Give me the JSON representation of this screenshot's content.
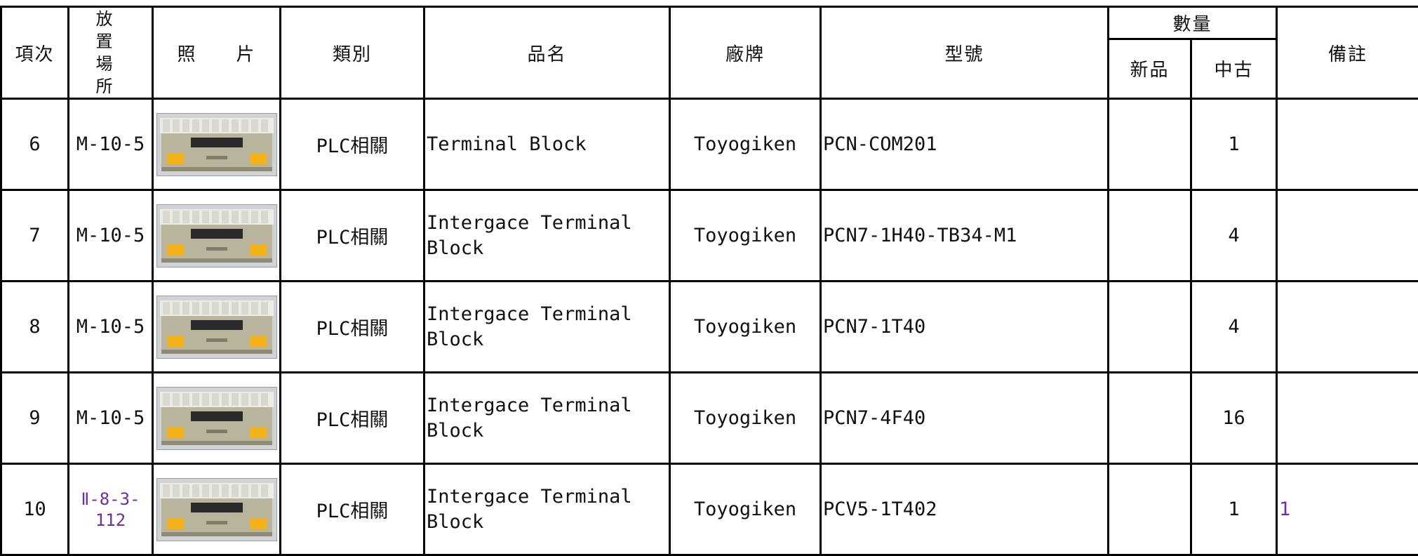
{
  "headers": {
    "item": "項次",
    "location_top": "放　置",
    "location_bottom": "場　所",
    "photo": "照　　片",
    "category": "類別",
    "product": "品名",
    "brand": "廠牌",
    "model": "型號",
    "quantity": "數量",
    "qty_new": "新品",
    "qty_used": "中古",
    "note": "備註"
  },
  "rows": [
    {
      "item": "6",
      "location": "M-10-5",
      "category": "PLC相關",
      "product": "Terminal Block",
      "brand": "Toyogiken",
      "model": "PCN-COM201",
      "qty_new": "",
      "qty_used": "1",
      "note": "",
      "photo_icon": "terminal-block-photo"
    },
    {
      "item": "7",
      "location": "M-10-5",
      "category": "PLC相關",
      "product": "Intergace Terminal Block",
      "brand": "Toyogiken",
      "model": "PCN7-1H40-TB34-M1",
      "qty_new": "",
      "qty_used": "4",
      "note": "",
      "photo_icon": "terminal-block-photo"
    },
    {
      "item": "8",
      "location": "M-10-5",
      "category": "PLC相關",
      "product": "Intergace Terminal Block",
      "brand": "Toyogiken",
      "model": "PCN7-1T40",
      "qty_new": "",
      "qty_used": "4",
      "note": "",
      "photo_icon": "terminal-block-photo"
    },
    {
      "item": "9",
      "location": "M-10-5",
      "category": "PLC相關",
      "product": "Intergace Terminal Block",
      "brand": "Toyogiken",
      "model": "PCN7-4F40",
      "qty_new": "",
      "qty_used": "16",
      "note": "",
      "photo_icon": "terminal-block-photo"
    },
    {
      "item": "10",
      "location": "Ⅱ-8-3-112",
      "category": "PLC相關",
      "product": "Intergace Terminal Block",
      "brand": "Toyogiken",
      "model": "PCV5-1T402",
      "qty_new": "",
      "qty_used": "1",
      "note": "1",
      "photo_icon": "terminal-block-photo"
    }
  ],
  "colors": {
    "border": "#000000",
    "purple_text": "#7030a0"
  }
}
